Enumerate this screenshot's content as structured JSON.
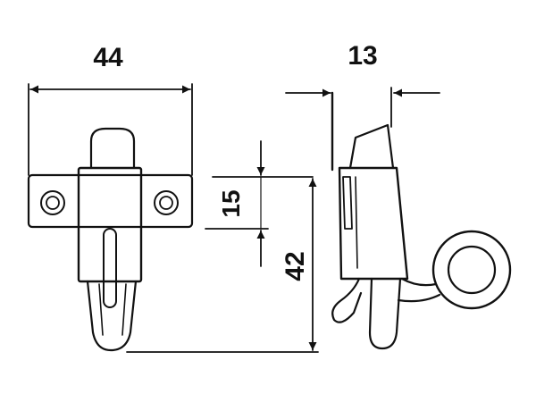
{
  "dimensions": {
    "width": "44",
    "depth": "13",
    "hole_spacing": "15",
    "height": "42"
  },
  "colors": {
    "line": "#111111",
    "background": "#ffffff"
  }
}
